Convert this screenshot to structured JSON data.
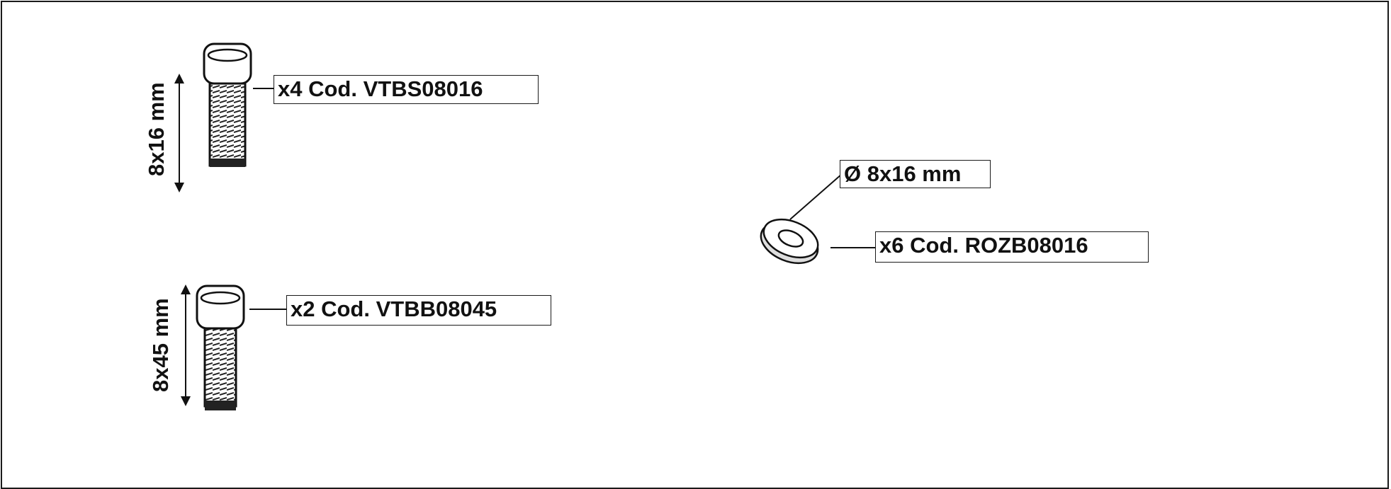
{
  "parts": [
    {
      "quantity_code": "x4 Cod. VTBS08016",
      "dimension": "8x16 mm",
      "icon": "screw-short-icon"
    },
    {
      "quantity_code": "x2 Cod. VTBB08045",
      "dimension": "8x45 mm",
      "icon": "screw-long-icon"
    },
    {
      "quantity_code": "x6 Cod. ROZB08016",
      "dimension": "Ø 8x16 mm",
      "icon": "washer-icon"
    }
  ]
}
